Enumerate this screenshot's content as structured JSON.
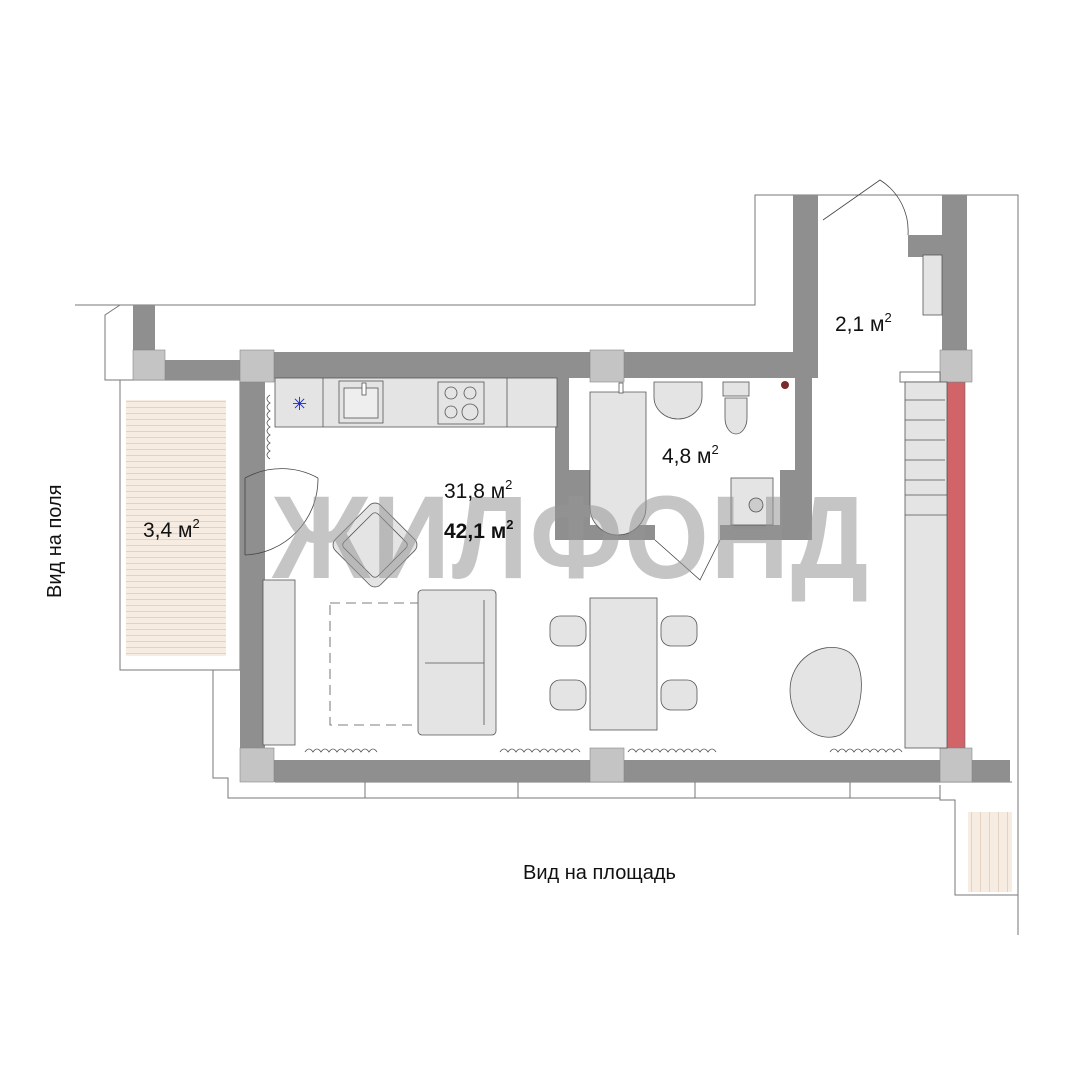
{
  "plan": {
    "rooms": [
      {
        "id": "hall",
        "area": "2,1",
        "unit": "м",
        "exp": "2"
      },
      {
        "id": "bathroom",
        "area": "4,8",
        "unit": "м",
        "exp": "2"
      },
      {
        "id": "living",
        "area": "31,8",
        "unit": "м",
        "exp": "2"
      },
      {
        "id": "total",
        "area": "42,1",
        "unit": "м",
        "exp": "2"
      },
      {
        "id": "balcony",
        "area": "3,4",
        "unit": "м",
        "exp": "2"
      }
    ],
    "views": {
      "left": "Вид на поля",
      "bottom": "Вид на площадь"
    },
    "watermark": "ЖИЛФОНД"
  },
  "colors": {
    "wall": "#8f8f8f",
    "column": "#c4c4c4",
    "furniture": "#e4e4e4",
    "accent_wall": "#d06468",
    "balcony": "#f6ece1"
  }
}
